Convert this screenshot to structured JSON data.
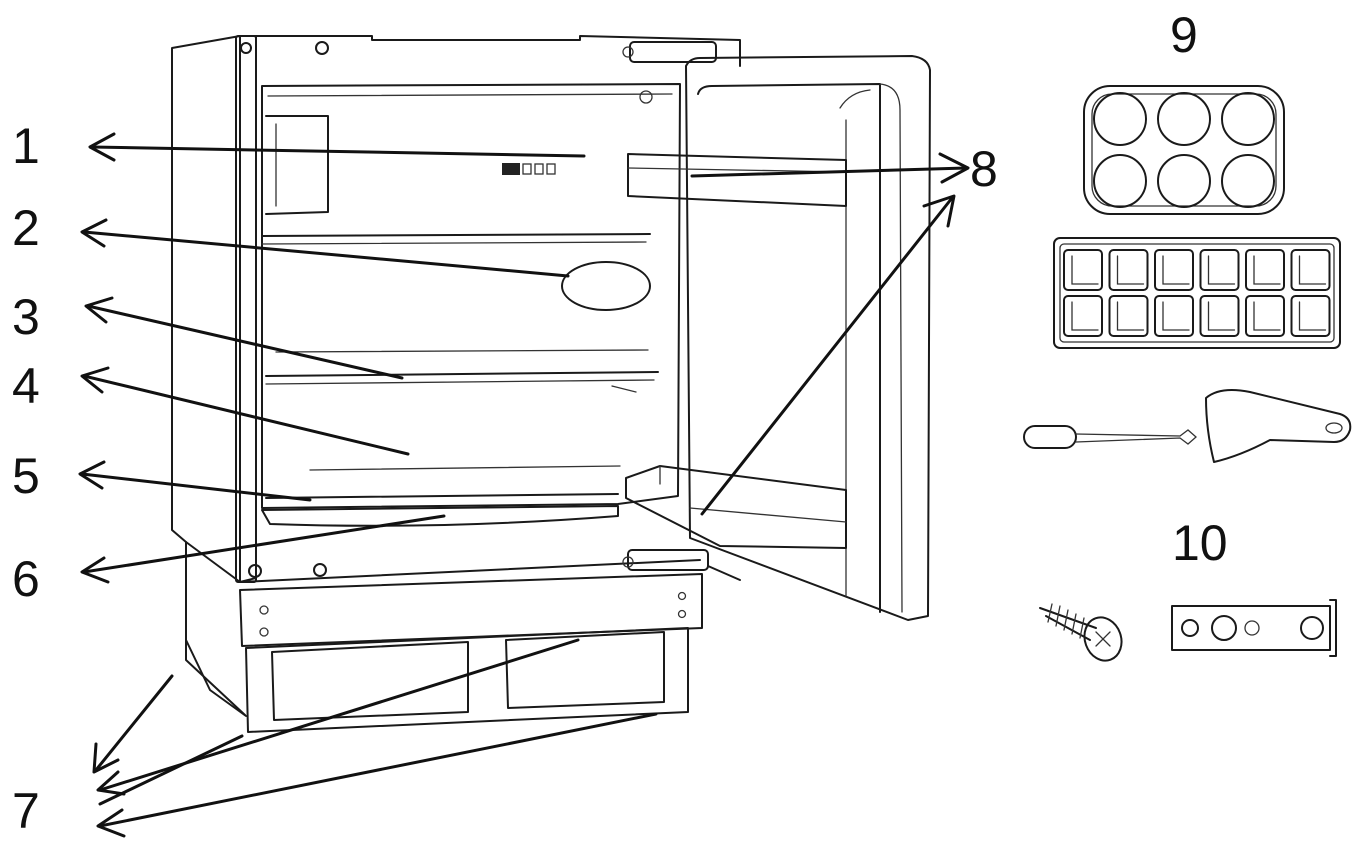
{
  "labels": {
    "l1": "1",
    "l2": "2",
    "l3": "3",
    "l4": "4",
    "l5": "5",
    "l6": "6",
    "l7": "7",
    "l8": "8",
    "l9": "9",
    "l10": "10"
  },
  "colors": {
    "line": "#1a1a1a",
    "background": "#ffffff"
  },
  "icons": [
    "refrigerator-drawing",
    "egg-tray-icon",
    "ice-cube-tray-icon",
    "ice-scraper-icon",
    "screw-icon",
    "mounting-bracket-icon"
  ]
}
